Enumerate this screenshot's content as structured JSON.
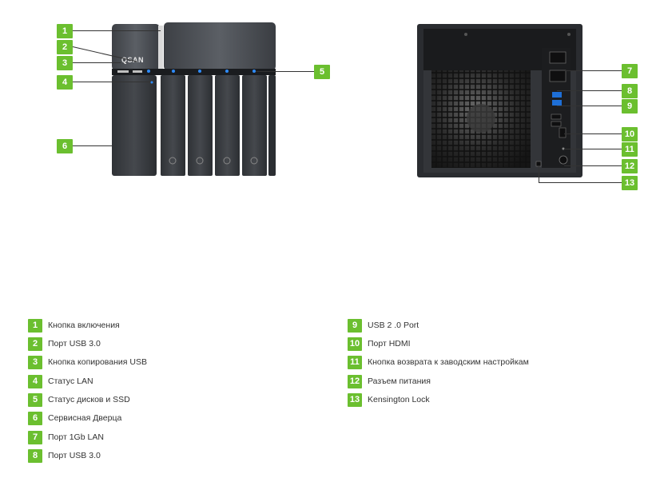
{
  "front_callouts": [
    "1",
    "2",
    "3",
    "4",
    "5",
    "6"
  ],
  "back_callouts": [
    "7",
    "8",
    "9",
    "10",
    "11",
    "12",
    "13"
  ],
  "brand": "QSAN",
  "legend_left": [
    {
      "num": "1",
      "label": "Кнопка включения"
    },
    {
      "num": "2",
      "label": "Порт USB 3.0"
    },
    {
      "num": "3",
      "label": "Кнопка копирования USB"
    },
    {
      "num": "4",
      "label": "Статус LAN"
    },
    {
      "num": "5",
      "label": "Статус дисков и SSD"
    },
    {
      "num": "6",
      "label": "Сервисная Дверца"
    },
    {
      "num": "7",
      "label": "Порт 1Gb LAN"
    },
    {
      "num": "8",
      "label": "Порт USB 3.0"
    }
  ],
  "legend_right": [
    {
      "num": "9",
      "label": "USB 2 .0 Port"
    },
    {
      "num": "10",
      "label": "Порт HDMI"
    },
    {
      "num": "11",
      "label": "Кнопка возврата к заводским настройкам"
    },
    {
      "num": "12",
      "label": "Разъем питания"
    },
    {
      "num": "13",
      "label": "Kensington Lock"
    }
  ],
  "colors": {
    "badge": "#6bbf2f",
    "device": "#3a3d42",
    "led": "#2e8cff"
  }
}
